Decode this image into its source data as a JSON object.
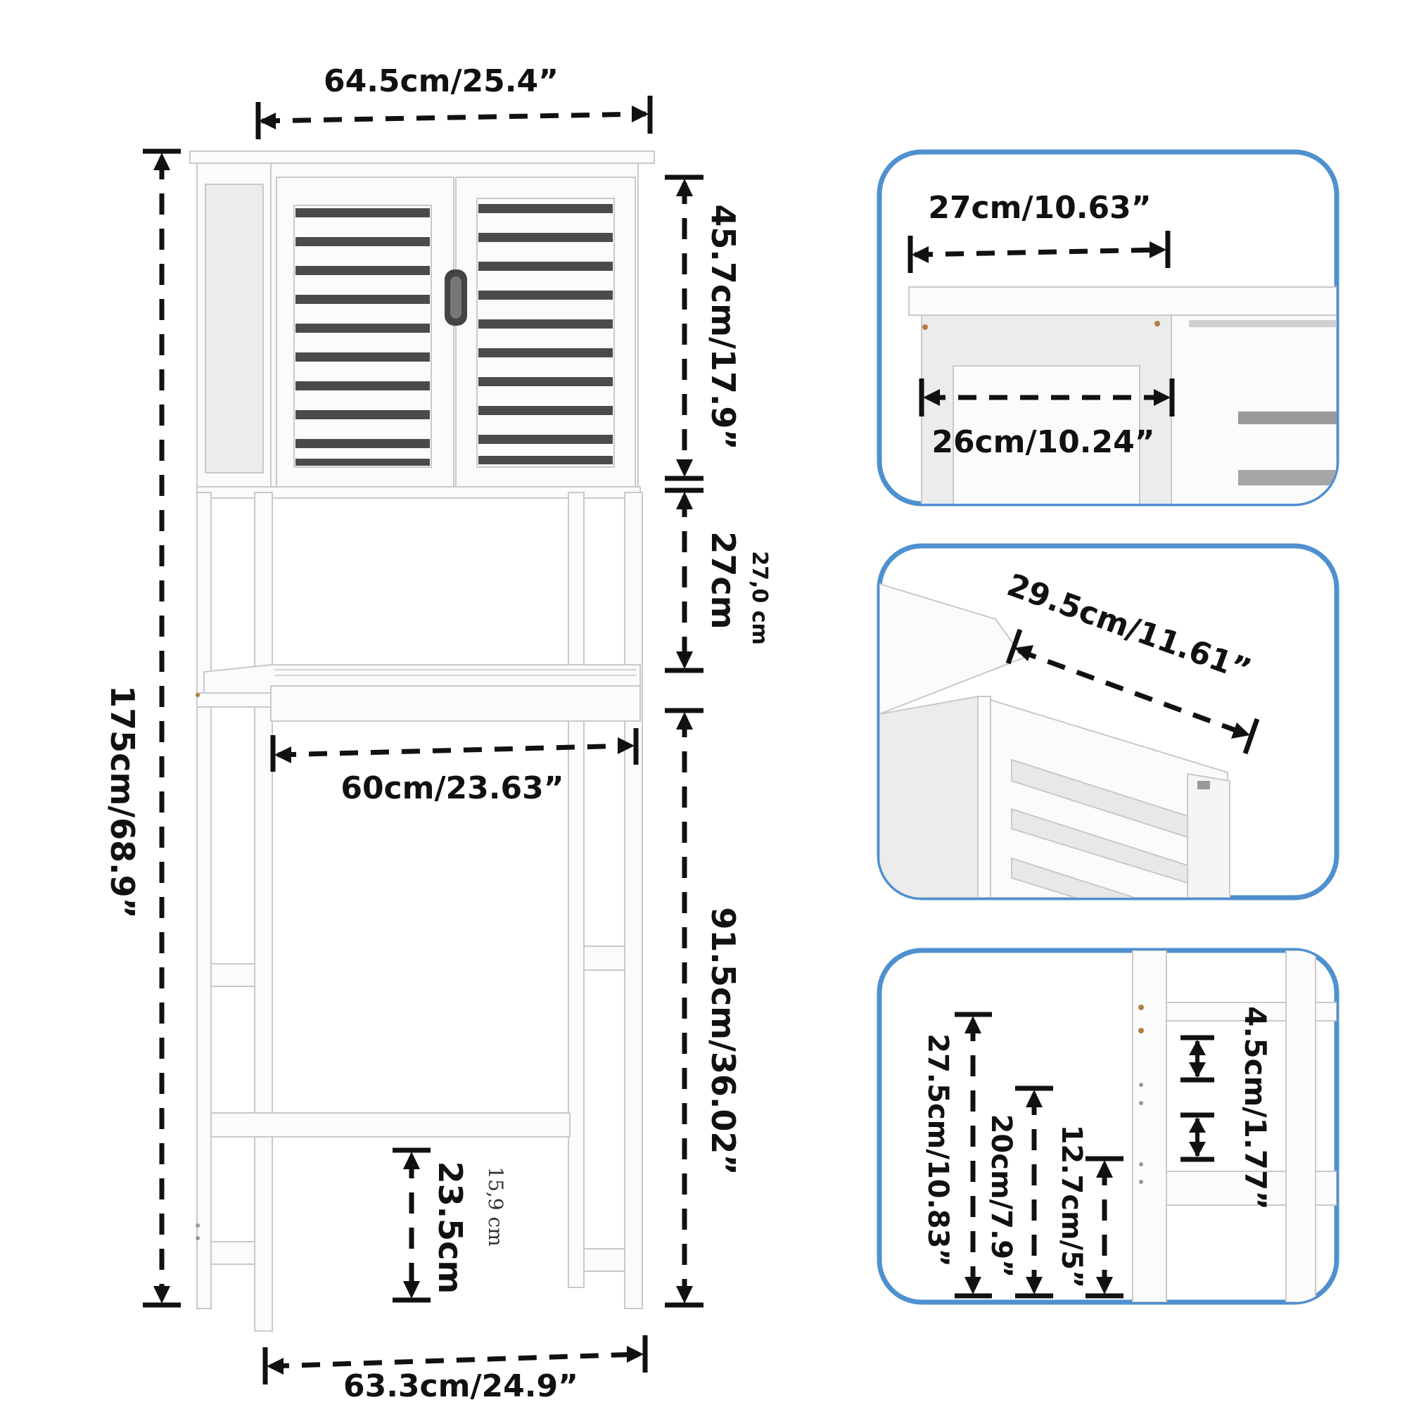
{
  "main": {
    "top_width": "64.5cm/25.4”",
    "total_height": "175cm/68.9”",
    "cabinet_height": "45.7cm/17.9”",
    "shelf_gap": "27cm",
    "shelf_gap_alt": "27,0 cm",
    "lower_height": "91.5cm/36.02”",
    "inner_width": "60cm/23.63”",
    "bar_height": "23.5cm",
    "bar_height_alt": "15,9 cm",
    "base_width": "63.3cm/24.9”"
  },
  "detail_depth": {
    "top_depth": "27cm/10.63”",
    "inner_depth": "26cm/10.24”"
  },
  "detail_door": {
    "door_width": "29.5cm/11.61”"
  },
  "detail_adjust": {
    "step": "4.5cm/1.77”",
    "h1": "27.5cm/10.83”",
    "h2": "20cm/7.9”",
    "h3": "12.7cm/5”"
  },
  "colors": {
    "panel_border": "#4f90cf",
    "furniture": "#fbfbfb",
    "dimension_lines": "#111111"
  }
}
